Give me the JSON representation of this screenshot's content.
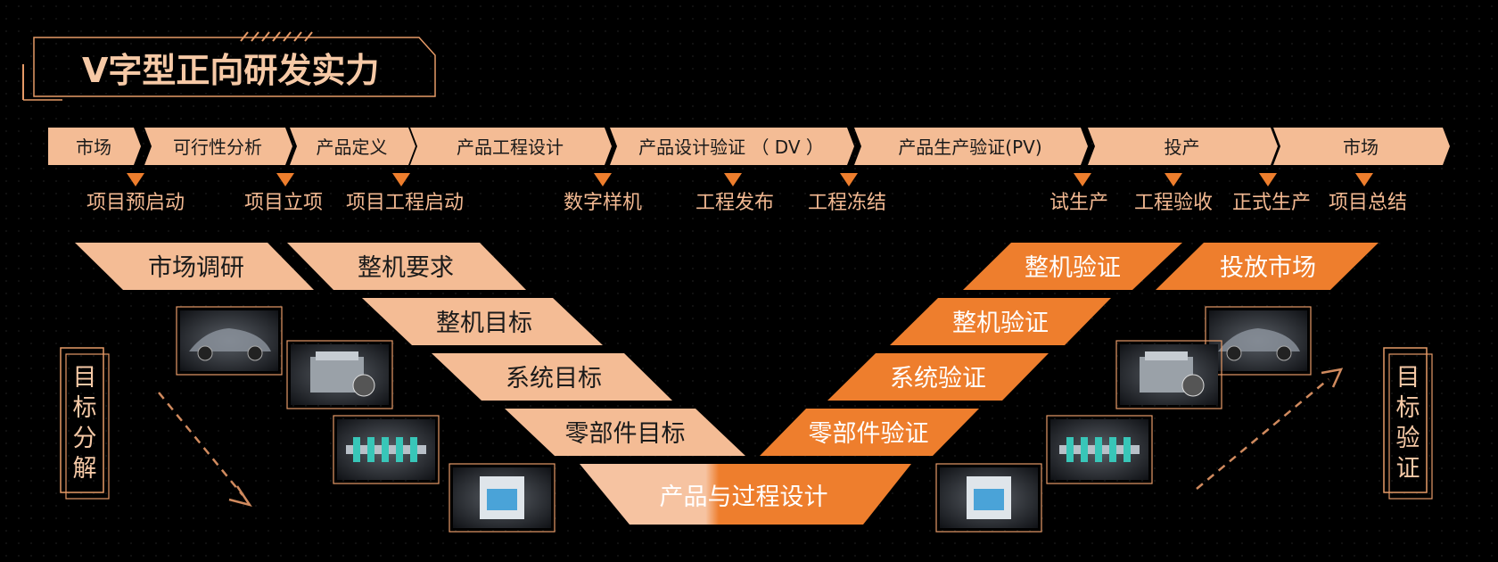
{
  "title": "V字型正向研发实力",
  "colors": {
    "light": "#F4BC95",
    "orange": "#EE7E2D",
    "gradient_light": "#F6C3A1",
    "white": "#FFFFFF",
    "dark_text": "#1A1A1A",
    "milestone_text": "#F3B992",
    "frame_line": "#E69A67"
  },
  "phases": [
    {
      "label": "市场"
    },
    {
      "label": "可行性分析"
    },
    {
      "label": "产品定义"
    },
    {
      "label": "产品工程设计"
    },
    {
      "label": "产品设计验证 （ DV ）"
    },
    {
      "label": "产品生产验证(PV)"
    },
    {
      "label": "投产"
    },
    {
      "label": "市场"
    }
  ],
  "milestones": [
    {
      "label": "项目预启动"
    },
    {
      "label": "项目立项"
    },
    {
      "label": "项目工程启动"
    },
    {
      "label": "数字样机"
    },
    {
      "label": "工程发布"
    },
    {
      "label": "工程冻结"
    },
    {
      "label": "试生产"
    },
    {
      "label": "工程验收"
    },
    {
      "label": "正式生产"
    },
    {
      "label": "项目总结"
    }
  ],
  "left_steps": [
    {
      "label": "市场调研",
      "fill": "light"
    },
    {
      "label": "整机要求",
      "fill": "light"
    },
    {
      "label": "整机目标",
      "fill": "light"
    },
    {
      "label": "系统目标",
      "fill": "light"
    },
    {
      "label": "零部件目标",
      "fill": "light"
    }
  ],
  "right_steps": [
    {
      "label": "整机验证",
      "fill": "orange"
    },
    {
      "label": "投放市场",
      "fill": "orange"
    },
    {
      "label": "整机验证",
      "fill": "orange"
    },
    {
      "label": "系统验证",
      "fill": "orange"
    },
    {
      "label": "零部件验证",
      "fill": "orange"
    }
  ],
  "bottom_step": {
    "label": "产品与过程设计"
  },
  "side_labels": {
    "left": [
      "目",
      "标",
      "分",
      "解"
    ],
    "right": [
      "目",
      "标",
      "验",
      "证"
    ]
  },
  "images": [
    {
      "icon": "car-chassis-image"
    },
    {
      "icon": "engine-image"
    },
    {
      "icon": "crankshaft-image"
    },
    {
      "icon": "piston-image"
    },
    {
      "icon": "car-chassis-image"
    },
    {
      "icon": "engine-image"
    },
    {
      "icon": "crankshaft-image"
    },
    {
      "icon": "piston-image"
    }
  ]
}
